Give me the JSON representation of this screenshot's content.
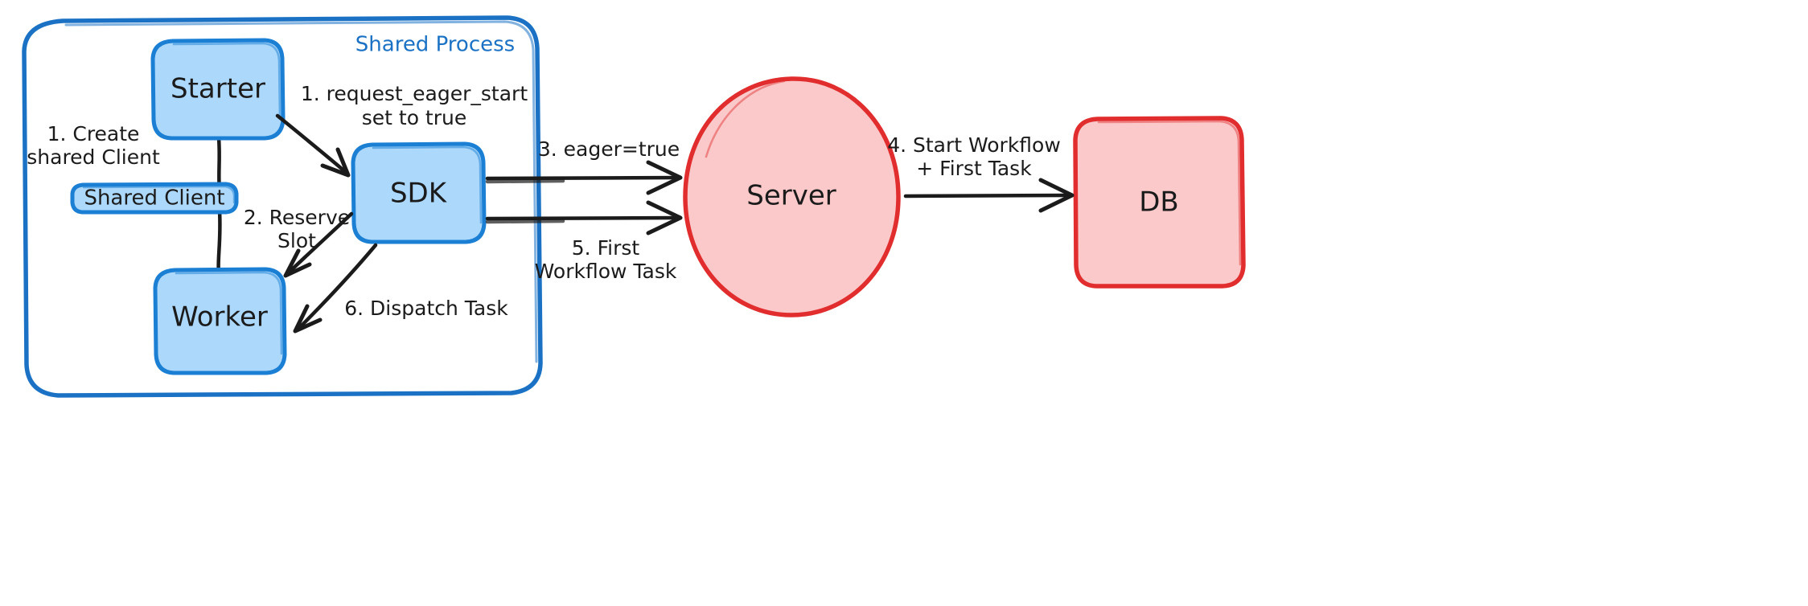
{
  "diagram": {
    "title_group": "Shared Process",
    "colors": {
      "blue_fill": "#ACD8FB",
      "blue_stroke": "#1b7fd4",
      "red_fill": "#FBC9C9",
      "red_stroke": "#E12D2D",
      "ink": "#1b1b1b",
      "background": "#ffffff"
    },
    "nodes": [
      {
        "id": "starter",
        "label": "Starter",
        "shape": "rounded-rect",
        "color": "blue"
      },
      {
        "id": "shared-client",
        "label": "Shared Client",
        "shape": "rounded-rect",
        "color": "blue"
      },
      {
        "id": "worker",
        "label": "Worker",
        "shape": "rounded-rect",
        "color": "blue"
      },
      {
        "id": "sdk",
        "label": "SDK",
        "shape": "rounded-rect",
        "color": "blue"
      },
      {
        "id": "server",
        "label": "Server",
        "shape": "ellipse",
        "color": "red"
      },
      {
        "id": "db",
        "label": "DB",
        "shape": "rounded-rect",
        "color": "red"
      }
    ],
    "edges": [
      {
        "id": "create-shared-client",
        "label_line1": "1. Create",
        "label_line2": "shared Client",
        "from": "starter",
        "to": "worker"
      },
      {
        "id": "request-eager-start",
        "label_line1": "1. request_eager_start",
        "label_line2": "set to true",
        "from": "starter",
        "to": "sdk"
      },
      {
        "id": "reserve-slot",
        "label_line1": "2. Reserve",
        "label_line2": "Slot",
        "from": "sdk",
        "to": "worker"
      },
      {
        "id": "eager-true",
        "label_line1": "3. eager=true",
        "label_line2": "",
        "from": "sdk",
        "to": "server"
      },
      {
        "id": "start-workflow-first-task",
        "label_line1": "4. Start Workflow",
        "label_line2": "+ First Task",
        "from": "server",
        "to": "db"
      },
      {
        "id": "first-workflow-task",
        "label_line1": "5. First",
        "label_line2": "Workflow Task",
        "from": "sdk",
        "to": "server"
      },
      {
        "id": "dispatch-task",
        "label_line1": "6. Dispatch Task",
        "label_line2": "",
        "from": "sdk",
        "to": "worker"
      }
    ]
  }
}
